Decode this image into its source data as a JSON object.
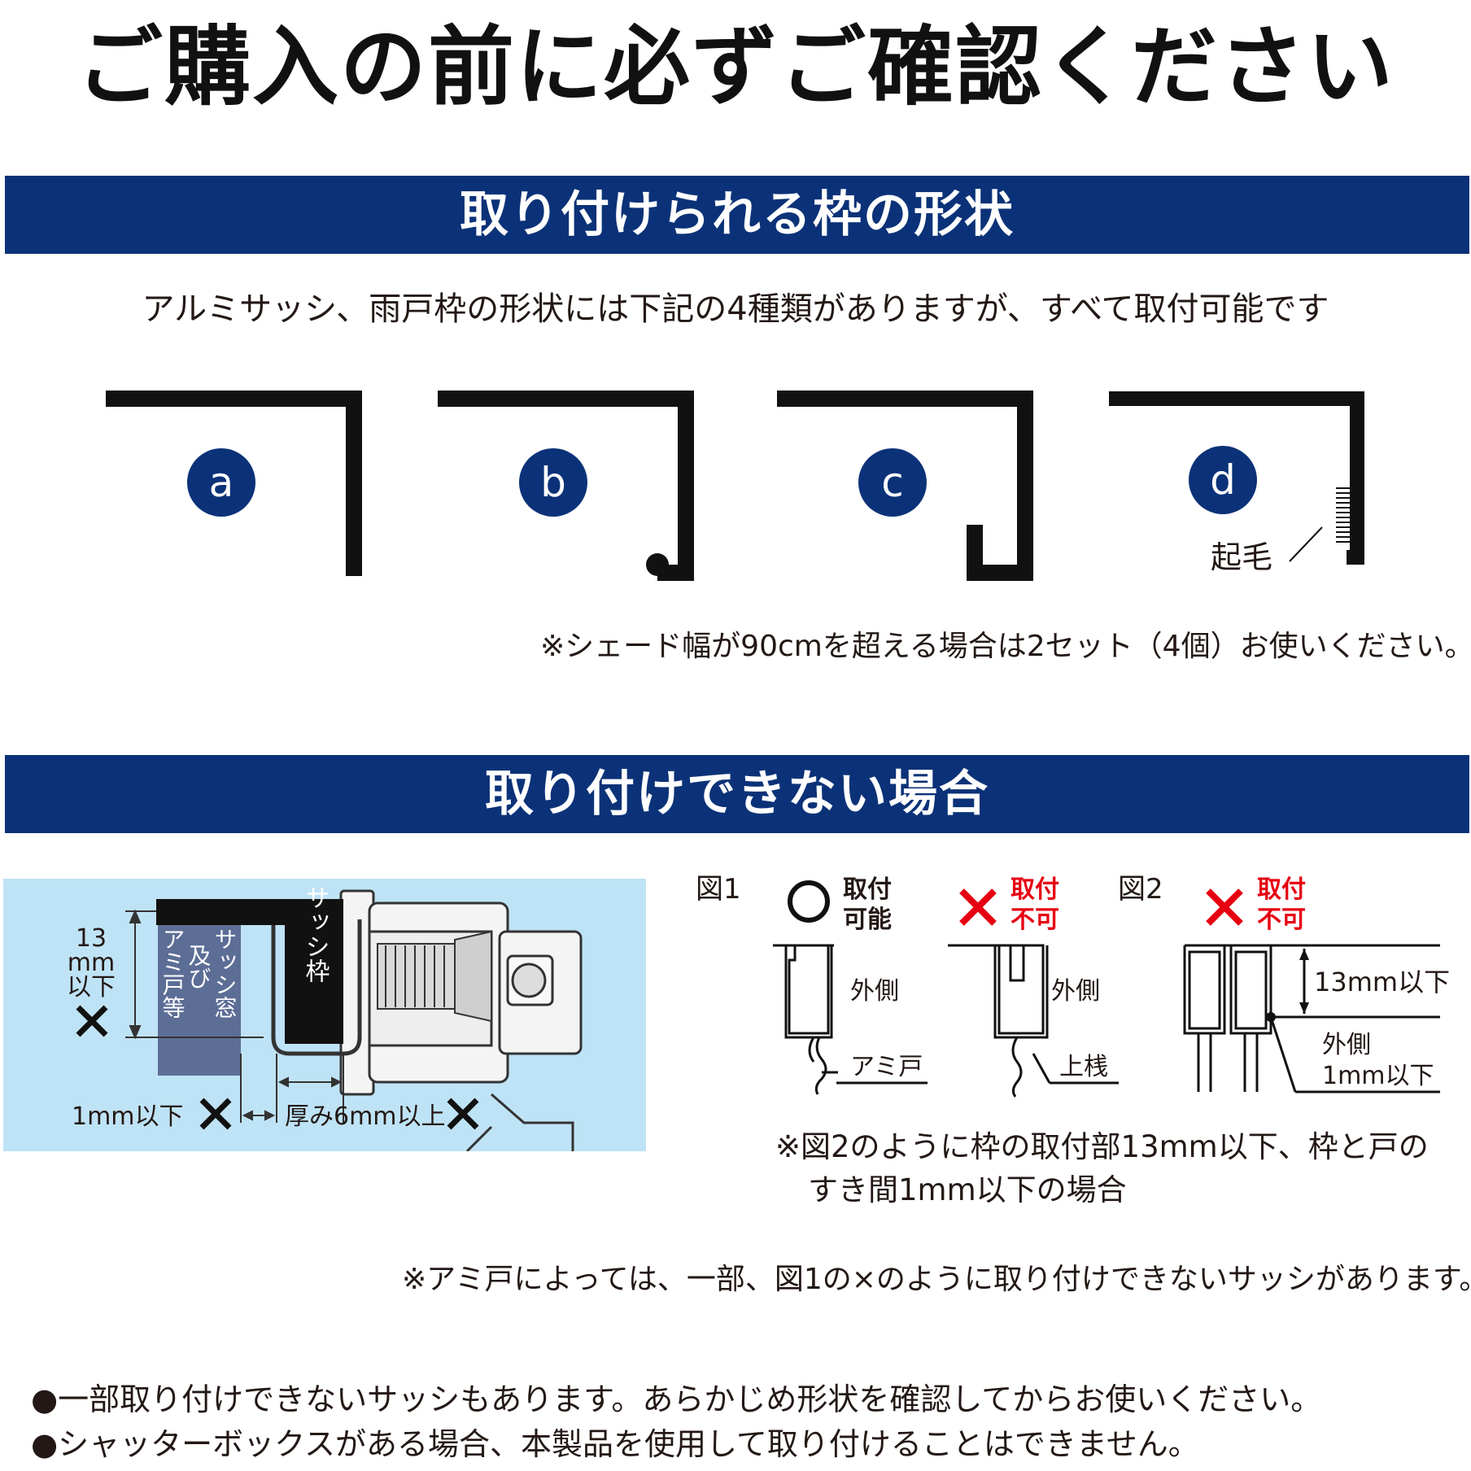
{
  "title": "ご購入の前に必ずご確認ください",
  "section1": {
    "heading": "取り付けられる枠の形状",
    "intro": "アルミサッシ、雨戸枠の形状には下記の4種類がありますが、すべて取付可能です",
    "frames": [
      {
        "label": "a"
      },
      {
        "label": "b"
      },
      {
        "label": "c"
      },
      {
        "label": "d",
        "note": "起毛"
      }
    ],
    "note": "※シェード幅が90cmを超える場合は2セット（4個）お使いください。"
  },
  "section2": {
    "heading": "取り付けできない場合",
    "left_diagram": {
      "dim_height": [
        "13",
        "mm",
        "以下"
      ],
      "sash_window_lines": [
        "サッシ窓",
        "及び",
        "アミ戸等"
      ],
      "sash_frame": "サッシ枠",
      "gap_label": "1mm以下",
      "thickness_label": "厚み6mm以上"
    },
    "fig1": {
      "label": "図1",
      "ok_lines": [
        "取付",
        "可能"
      ],
      "ng_lines": [
        "取付",
        "不可"
      ],
      "outside": "外側",
      "screen_door": "アミ戸",
      "top_rail": "上桟"
    },
    "fig2": {
      "label": "図2",
      "ng_lines": [
        "取付",
        "不可"
      ],
      "dim": "13mm以下",
      "gap_lines": [
        "外側",
        "1mm以下"
      ]
    },
    "fig2_note_lines": [
      "※図2のように枠の取付部13mm以下、枠と戸の",
      "すき間1mm以下の場合"
    ],
    "screen_note": "※アミ戸によっては、一部、図1の×のように取り付けできないサッシがあります。"
  },
  "footer": [
    "●一部取り付けできないサッシもあります。あらかじめ形状を確認してからお使いください。",
    "●シャッターボックスがある場合、本製品を使用して取り付けることはできません。"
  ],
  "colors": {
    "band": "#0b3278",
    "badge": "#0b3278",
    "cross": "#e60012",
    "panel": "#bfe3f6",
    "sash_window": "#5d6e96"
  }
}
